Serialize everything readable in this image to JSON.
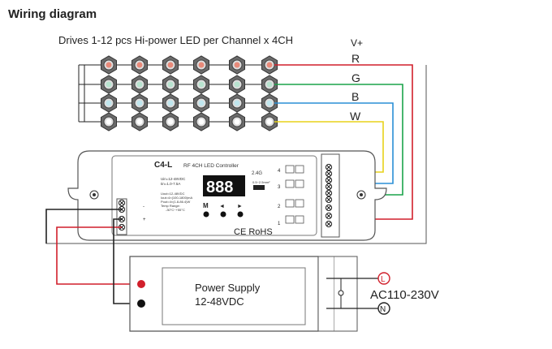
{
  "title": "Wiring diagram",
  "subtitle": "Drives  1-12 pcs Hi-power LED per Channel x 4CH",
  "channels": [
    {
      "label": "V+",
      "color": "#d11f2b"
    },
    {
      "label": "R",
      "color": "#d11f2b"
    },
    {
      "label": "G",
      "color": "#1aa34a"
    },
    {
      "label": "B",
      "color": "#2a8fd6"
    },
    {
      "label": "W",
      "color": "#e8d21a"
    }
  ],
  "controller": {
    "model_prefix": "C4-L",
    "model_desc": "RF 4CH LED Controller",
    "uin_uout": [
      "Uin=12-48VDC",
      "Iin=1.0-7.5A"
    ],
    "ratings": [
      "Uout=12-48VDC",
      "Iout=4×(100-1800)mA",
      "Pout=4×(1.8-86.4)W",
      "Temp Range:",
      "-30°C~+55°C"
    ],
    "display": "888",
    "button_labels": [
      "M",
      "◄",
      "►"
    ],
    "rf_freq": "2.4G",
    "wire_spec": "0.5~2.5mm²",
    "input_terminals": [
      "-",
      "+"
    ],
    "output_terminals": [
      "4",
      "3",
      "2",
      "1"
    ],
    "cert": "CE RoHS"
  },
  "power_supply": {
    "title": "Power Supply",
    "voltage": "12-48VDC",
    "ac_input": "AC110-230V",
    "line": "L",
    "neutral": "N"
  }
}
